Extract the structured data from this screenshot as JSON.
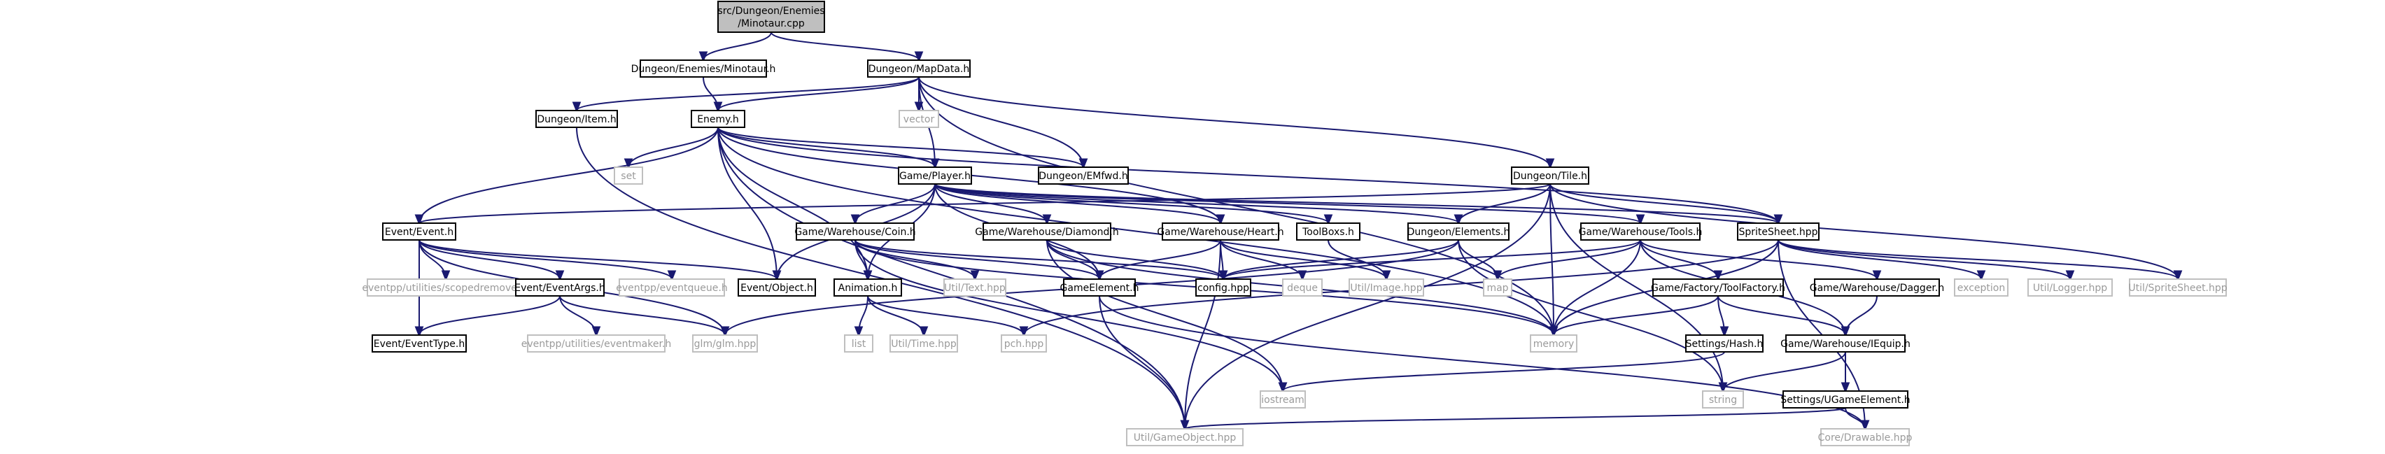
{
  "title": "src/Dungeon/Enemies/Minotaur.cpp",
  "colors": {
    "edge": "#191970",
    "root_fill": "#bfbfbf",
    "external_border": "#bfbfbf",
    "external_text": "#9a9a9a",
    "node_border": "#000000"
  },
  "nodes": [
    {
      "id": "root",
      "label": "src/Dungeon/Enemies\n/Minotaur.cpp",
      "kind": "root"
    },
    {
      "id": "minotaur_h",
      "label": "Dungeon/Enemies/Minotaur.h",
      "kind": "file"
    },
    {
      "id": "mapdata",
      "label": "Dungeon/MapData.h",
      "kind": "file"
    },
    {
      "id": "item",
      "label": "Dungeon/Item.h",
      "kind": "file"
    },
    {
      "id": "enemy",
      "label": "Enemy.h",
      "kind": "file"
    },
    {
      "id": "vector",
      "label": "vector",
      "kind": "external"
    },
    {
      "id": "emfwd",
      "label": "Dungeon/EMfwd.h",
      "kind": "file"
    },
    {
      "id": "tile",
      "label": "Dungeon/Tile.h",
      "kind": "file"
    },
    {
      "id": "set",
      "label": "set",
      "kind": "external"
    },
    {
      "id": "player",
      "label": "Game/Player.h",
      "kind": "file"
    },
    {
      "id": "event",
      "label": "Event/Event.h",
      "kind": "file"
    },
    {
      "id": "coin",
      "label": "Game/Warehouse/Coin.h",
      "kind": "file"
    },
    {
      "id": "diamond",
      "label": "Game/Warehouse/Diamond.h",
      "kind": "file"
    },
    {
      "id": "heart",
      "label": "Game/Warehouse/Heart.h",
      "kind": "file"
    },
    {
      "id": "toolboxs",
      "label": "ToolBoxs.h",
      "kind": "file"
    },
    {
      "id": "elements",
      "label": "Dungeon/Elements.h",
      "kind": "file"
    },
    {
      "id": "tools",
      "label": "Game/Warehouse/Tools.h",
      "kind": "file"
    },
    {
      "id": "spritesheet",
      "label": "SpriteSheet.hpp",
      "kind": "file"
    },
    {
      "id": "scopedremover",
      "label": "eventpp/utilities/scopedremover.h",
      "kind": "external"
    },
    {
      "id": "eventargs",
      "label": "Event/EventArgs.h",
      "kind": "file"
    },
    {
      "id": "eventqueue",
      "label": "eventpp/eventqueue.h",
      "kind": "external"
    },
    {
      "id": "object",
      "label": "Event/Object.h",
      "kind": "file"
    },
    {
      "id": "animation",
      "label": "Animation.h",
      "kind": "file"
    },
    {
      "id": "text",
      "label": "Util/Text.hpp",
      "kind": "external"
    },
    {
      "id": "gameelement",
      "label": "GameElement.h",
      "kind": "file"
    },
    {
      "id": "config",
      "label": "config.hpp",
      "kind": "file"
    },
    {
      "id": "deque",
      "label": "deque",
      "kind": "external"
    },
    {
      "id": "image",
      "label": "Util/Image.hpp",
      "kind": "external"
    },
    {
      "id": "map",
      "label": "map",
      "kind": "external"
    },
    {
      "id": "toolfactory",
      "label": "Game/Factory/ToolFactory.h",
      "kind": "file"
    },
    {
      "id": "dagger",
      "label": "Game/Warehouse/Dagger.h",
      "kind": "file"
    },
    {
      "id": "exception",
      "label": "exception",
      "kind": "external"
    },
    {
      "id": "logger",
      "label": "Util/Logger.hpp",
      "kind": "external"
    },
    {
      "id": "util_spritesheet",
      "label": "Util/SpriteSheet.hpp",
      "kind": "external"
    },
    {
      "id": "eventtype",
      "label": "Event/EventType.h",
      "kind": "file"
    },
    {
      "id": "eventmaker",
      "label": "eventpp/utilities/eventmaker.h",
      "kind": "external"
    },
    {
      "id": "glm",
      "label": "glm/glm.hpp",
      "kind": "external"
    },
    {
      "id": "list",
      "label": "list",
      "kind": "external"
    },
    {
      "id": "time",
      "label": "Util/Time.hpp",
      "kind": "external"
    },
    {
      "id": "pch",
      "label": "pch.hpp",
      "kind": "external"
    },
    {
      "id": "memory",
      "label": "memory",
      "kind": "external"
    },
    {
      "id": "hash",
      "label": "Settings/Hash.h",
      "kind": "file"
    },
    {
      "id": "iequip",
      "label": "Game/Warehouse/IEquip.h",
      "kind": "file"
    },
    {
      "id": "iostream",
      "label": "iostream",
      "kind": "external"
    },
    {
      "id": "string",
      "label": "string",
      "kind": "external"
    },
    {
      "id": "ugameelement",
      "label": "Settings/UGameElement.h",
      "kind": "file"
    },
    {
      "id": "gameobject",
      "label": "Util/GameObject.hpp",
      "kind": "external"
    },
    {
      "id": "drawable",
      "label": "Core/Drawable.hpp",
      "kind": "external"
    }
  ],
  "edges": [
    [
      "root",
      "minotaur_h"
    ],
    [
      "root",
      "mapdata"
    ],
    [
      "minotaur_h",
      "enemy"
    ],
    [
      "mapdata",
      "item"
    ],
    [
      "mapdata",
      "enemy"
    ],
    [
      "mapdata",
      "vector"
    ],
    [
      "mapdata",
      "player"
    ],
    [
      "mapdata",
      "emfwd"
    ],
    [
      "mapdata",
      "tile"
    ],
    [
      "mapdata",
      "memory"
    ],
    [
      "item",
      "gameobject"
    ],
    [
      "enemy",
      "event"
    ],
    [
      "enemy",
      "object"
    ],
    [
      "enemy",
      "set"
    ],
    [
      "enemy",
      "animation"
    ],
    [
      "enemy",
      "player"
    ],
    [
      "enemy",
      "emfwd"
    ],
    [
      "enemy",
      "spritesheet"
    ],
    [
      "enemy",
      "memory"
    ],
    [
      "enemy",
      "gameobject"
    ],
    [
      "enemy",
      "heart"
    ],
    [
      "player",
      "object"
    ],
    [
      "player",
      "coin"
    ],
    [
      "player",
      "diamond"
    ],
    [
      "player",
      "heart"
    ],
    [
      "player",
      "toolboxs"
    ],
    [
      "player",
      "tools"
    ],
    [
      "player",
      "spritesheet"
    ],
    [
      "player",
      "animation"
    ],
    [
      "player",
      "gameelement"
    ],
    [
      "player",
      "elements"
    ],
    [
      "tile",
      "event"
    ],
    [
      "tile",
      "elements"
    ],
    [
      "tile",
      "spritesheet"
    ],
    [
      "tile",
      "memory"
    ],
    [
      "tile",
      "util_spritesheet"
    ],
    [
      "tile",
      "string"
    ],
    [
      "tile",
      "gameobject"
    ],
    [
      "event",
      "scopedremover"
    ],
    [
      "event",
      "eventargs"
    ],
    [
      "event",
      "eventqueue"
    ],
    [
      "event",
      "object"
    ],
    [
      "event",
      "glm"
    ],
    [
      "event",
      "eventtype"
    ],
    [
      "eventargs",
      "eventtype"
    ],
    [
      "eventargs",
      "eventmaker"
    ],
    [
      "eventargs",
      "glm"
    ],
    [
      "coin",
      "animation"
    ],
    [
      "coin",
      "text"
    ],
    [
      "coin",
      "gameelement"
    ],
    [
      "coin",
      "config"
    ],
    [
      "coin",
      "memory"
    ],
    [
      "coin",
      "iostream"
    ],
    [
      "diamond",
      "gameelement"
    ],
    [
      "diamond",
      "config"
    ],
    [
      "diamond",
      "memory"
    ],
    [
      "diamond",
      "iostream"
    ],
    [
      "heart",
      "config"
    ],
    [
      "heart",
      "deque"
    ],
    [
      "heart",
      "image"
    ],
    [
      "heart",
      "gameelement"
    ],
    [
      "heart",
      "gameobject"
    ],
    [
      "toolboxs",
      "image"
    ],
    [
      "elements",
      "config"
    ],
    [
      "elements",
      "map"
    ],
    [
      "elements",
      "string"
    ],
    [
      "elements",
      "glm"
    ],
    [
      "tools",
      "config"
    ],
    [
      "tools",
      "map"
    ],
    [
      "tools",
      "memory"
    ],
    [
      "tools",
      "toolfactory"
    ],
    [
      "tools",
      "dagger"
    ],
    [
      "tools",
      "iequip"
    ],
    [
      "spritesheet",
      "exception"
    ],
    [
      "spritesheet",
      "logger"
    ],
    [
      "spritesheet",
      "util_spritesheet"
    ],
    [
      "spritesheet",
      "memory"
    ],
    [
      "spritesheet",
      "pch"
    ],
    [
      "spritesheet",
      "drawable"
    ],
    [
      "animation",
      "list"
    ],
    [
      "animation",
      "time"
    ],
    [
      "animation",
      "pch"
    ],
    [
      "gameelement",
      "gameobject"
    ],
    [
      "gameelement",
      "drawable"
    ],
    [
      "toolfactory",
      "memory"
    ],
    [
      "toolfactory",
      "hash"
    ],
    [
      "toolfactory",
      "iequip"
    ],
    [
      "dagger",
      "iequip"
    ],
    [
      "hash",
      "iostream"
    ],
    [
      "iequip",
      "string"
    ],
    [
      "iequip",
      "ugameelement"
    ],
    [
      "ugameelement",
      "gameobject"
    ],
    [
      "ugameelement",
      "drawable"
    ]
  ]
}
